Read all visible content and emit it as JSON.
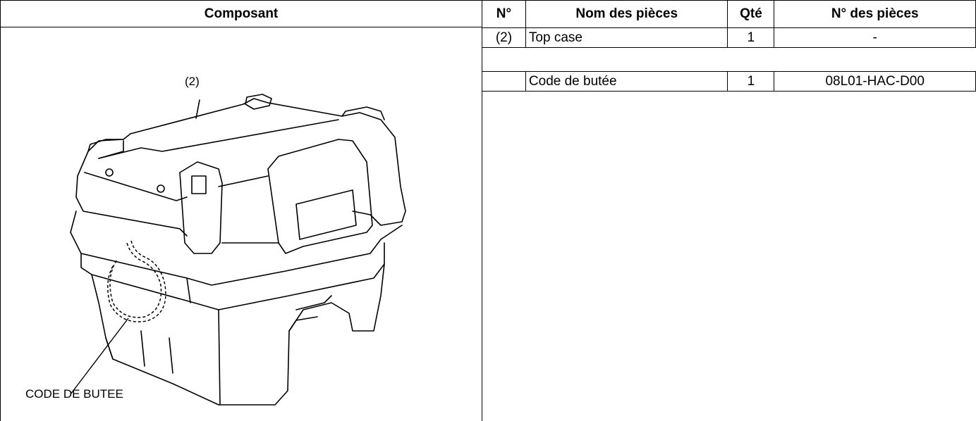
{
  "left": {
    "header": "Composant",
    "callouts": {
      "part_ref": "(2)",
      "stop_code": "CODE DE BUTEE"
    }
  },
  "table": {
    "headers": [
      "N°",
      "Nom des pièces",
      "Qté",
      "N° des pièces"
    ],
    "rows": [
      {
        "no": "(2)",
        "name": "Top case",
        "qty": "1",
        "part_no": "-"
      },
      {
        "no": "",
        "name": "Code de butée",
        "qty": "1",
        "part_no": "08L01-HAC-D00"
      }
    ]
  }
}
